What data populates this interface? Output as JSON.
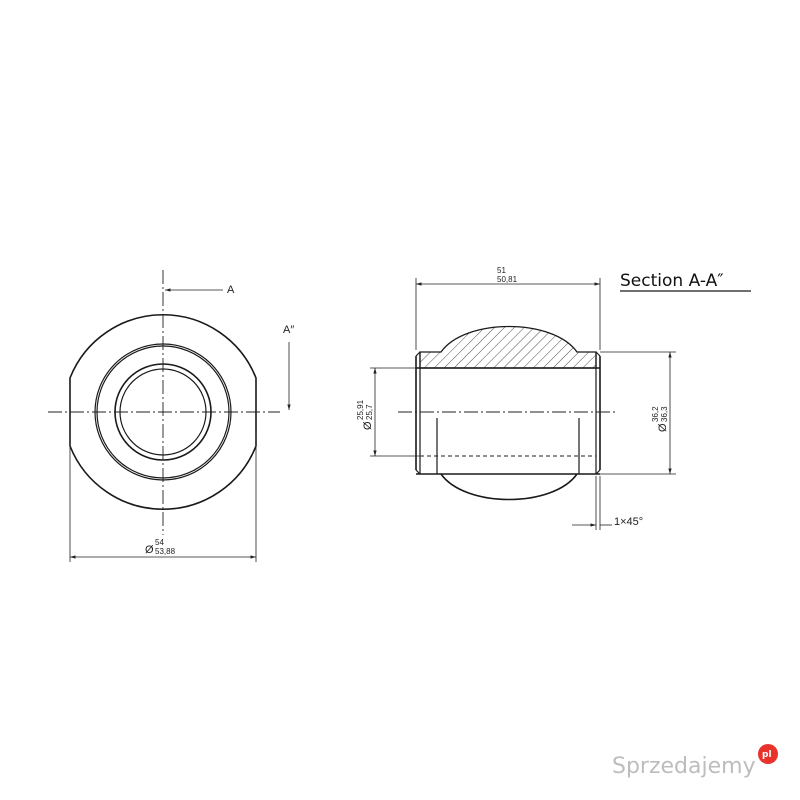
{
  "section_title": "Section A-A″",
  "labels": {
    "cut_a_top": "A",
    "cut_a_side": "A″"
  },
  "dimensions": {
    "outer_diameter": {
      "prefix": "Ø",
      "upper": "54",
      "lower": "53,88"
    },
    "width": {
      "upper": "51",
      "lower": "50,81"
    },
    "bore_diameter": {
      "prefix": "Ø",
      "upper": "25,91",
      "lower": "25,7"
    },
    "end_diameter": {
      "prefix": "Ø",
      "upper": "36,2",
      "lower": "36,3"
    },
    "chamfer": "1×45°"
  },
  "watermark": {
    "text": "Sprzedajemy",
    "badge": "pl",
    "badge_color": "#e8322b"
  },
  "colors": {
    "line": "#1a1a1a",
    "background": "#ffffff"
  }
}
